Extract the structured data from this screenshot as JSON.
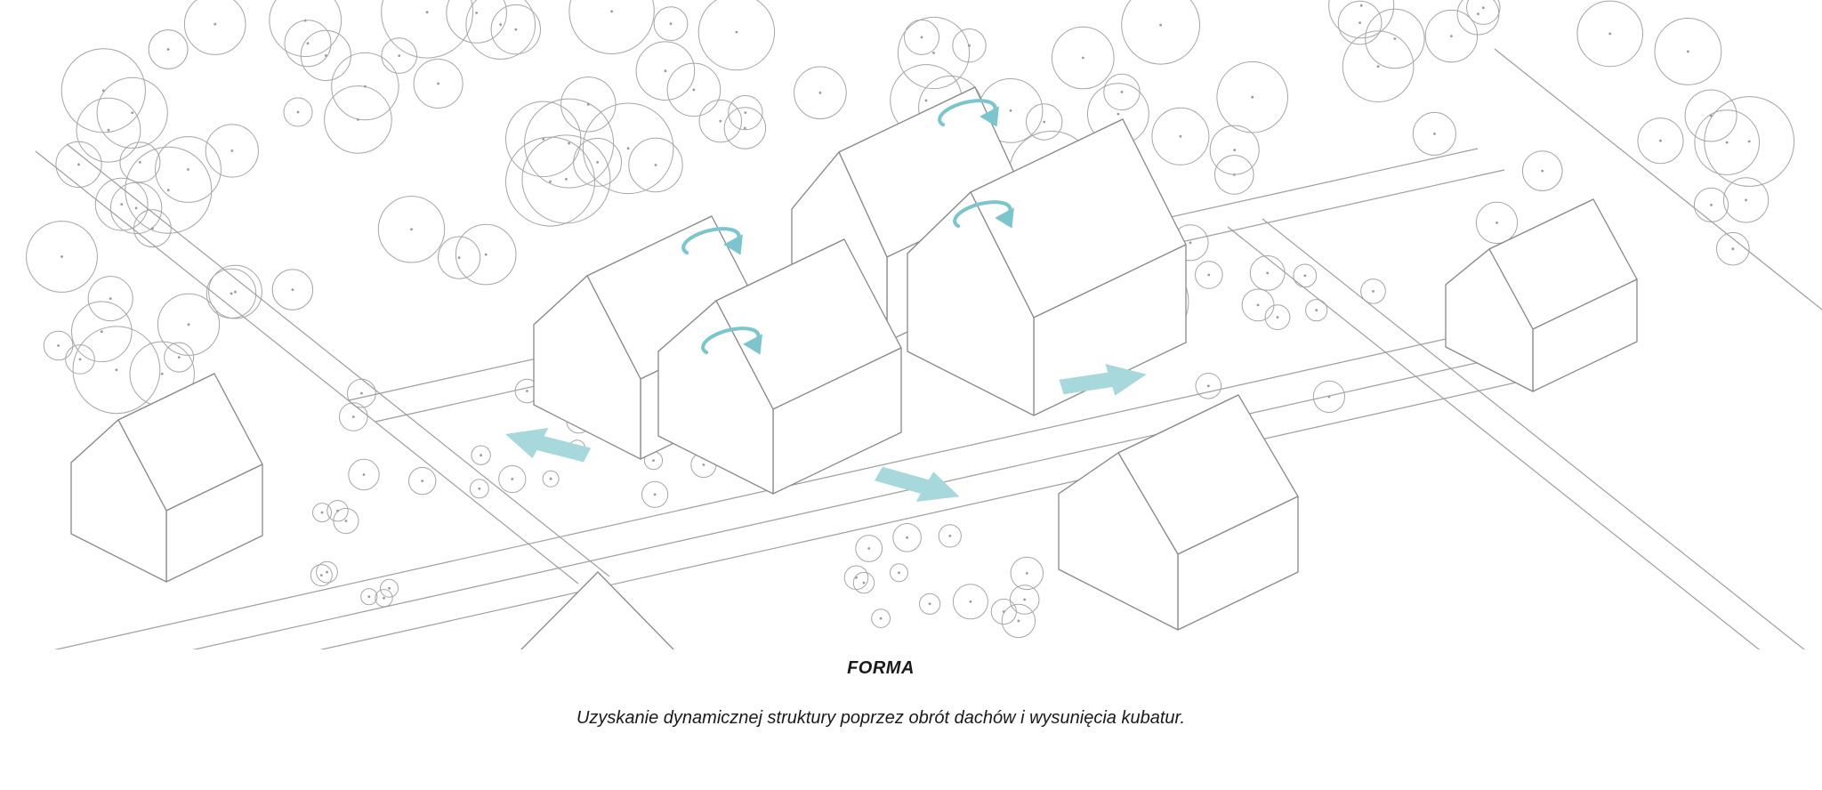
{
  "figure": {
    "title": "FORMA",
    "caption": "Uzyskanie dynamicznej struktury poprzez obrót dachów i wysunięcia kubatur."
  },
  "diagram": {
    "annotations": {
      "rotation_arrow_count": 4,
      "shift_arrow_count": 3
    },
    "icons": {
      "rotation": "roof-rotation-arrow-icon",
      "shift": "volume-shift-arrow-icon"
    },
    "colors": {
      "accent_teal": "#7cc5cd",
      "accent_teal_fill": "#a6d8dc",
      "line_gray": "#9a9a9a",
      "background": "#ffffff"
    }
  }
}
